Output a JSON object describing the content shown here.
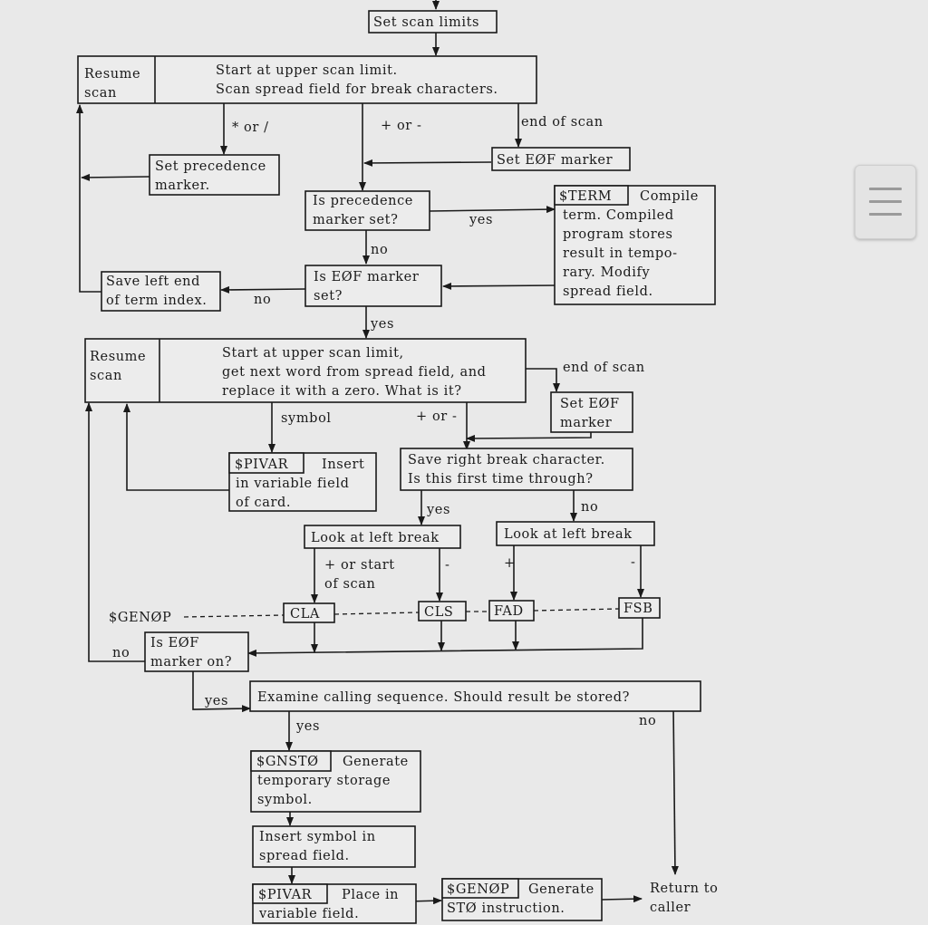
{
  "menu": {
    "icon": "hamburger-menu-icon"
  },
  "nodes": {
    "set_scan_limits": [
      "Set scan limits"
    ],
    "resume_scan_1": [
      "Resume",
      "scan"
    ],
    "start_scan_1": [
      "Start at upper scan limit.",
      "Scan spread field for break characters."
    ],
    "set_precedence": [
      "Set precedence",
      "marker."
    ],
    "set_eof_1": [
      "Set EØF marker"
    ],
    "is_precedence": [
      "Is precedence",
      "marker set?"
    ],
    "term_tag": [
      "$TERM"
    ],
    "term_desc": [
      "Compile",
      "term.  Compiled",
      "program stores",
      "result in tempo-",
      "rary.  Modify",
      "spread field."
    ],
    "save_left": [
      "Save left end",
      "of term index."
    ],
    "is_eof_1": [
      "Is EØF marker",
      "set?"
    ],
    "resume_scan_2": [
      "Resume",
      "scan"
    ],
    "start_scan_2": [
      "Start at upper scan limit,",
      "get next word from spread field, and",
      "replace it with a zero.  What is it?"
    ],
    "set_eof_2": [
      "Set EØF",
      "marker"
    ],
    "pivar_tag_1": [
      "$PIVAR"
    ],
    "pivar_desc_1": [
      "Insert",
      "in variable field",
      "of card."
    ],
    "save_right": [
      "Save right break character.",
      "Is this first time through?"
    ],
    "look_left_1": [
      "Look at left break"
    ],
    "look_left_2": [
      "Look at left break"
    ],
    "cla": [
      "CLA"
    ],
    "cls": [
      "CLS"
    ],
    "fad": [
      "FAD"
    ],
    "fsb": [
      "FSB"
    ],
    "is_eof_2": [
      "Is EØF",
      "marker on?"
    ],
    "examine": [
      "Examine  calling  sequence.    Should result be stored?"
    ],
    "gnsto_tag": [
      "$GNSTØ"
    ],
    "gnsto_desc": [
      "Generate",
      "temporary storage",
      "symbol."
    ],
    "insert_symbol": [
      "Insert symbol in",
      "spread field."
    ],
    "pivar_tag_2": [
      "$PIVAR"
    ],
    "pivar_desc_2": [
      "Place  in",
      "variable field."
    ],
    "genop_tag": [
      "$GENØP"
    ],
    "genop_desc": [
      "Generate",
      "STØ instruction."
    ],
    "return": [
      "Return to",
      "caller"
    ]
  },
  "labels": {
    "star_or_slash": "* or /",
    "plus_or_minus_1": "+ or -",
    "end_of_scan_1": "end of scan",
    "yes_1": "yes",
    "no_1": "no",
    "no_2": "no",
    "yes_2": "yes",
    "end_of_scan_2": "end of scan",
    "symbol": "symbol",
    "plus_or_minus_2": "+ or -",
    "yes_3": "yes",
    "no_3": "no",
    "plus_or_start": [
      "+ or start",
      "of scan"
    ],
    "minus_1": "-",
    "plus": "+",
    "minus_2": "-",
    "genop_bus": "$GENØP",
    "no_4": "no",
    "yes_4": "yes",
    "yes_5": "yes",
    "no_5": "no"
  }
}
